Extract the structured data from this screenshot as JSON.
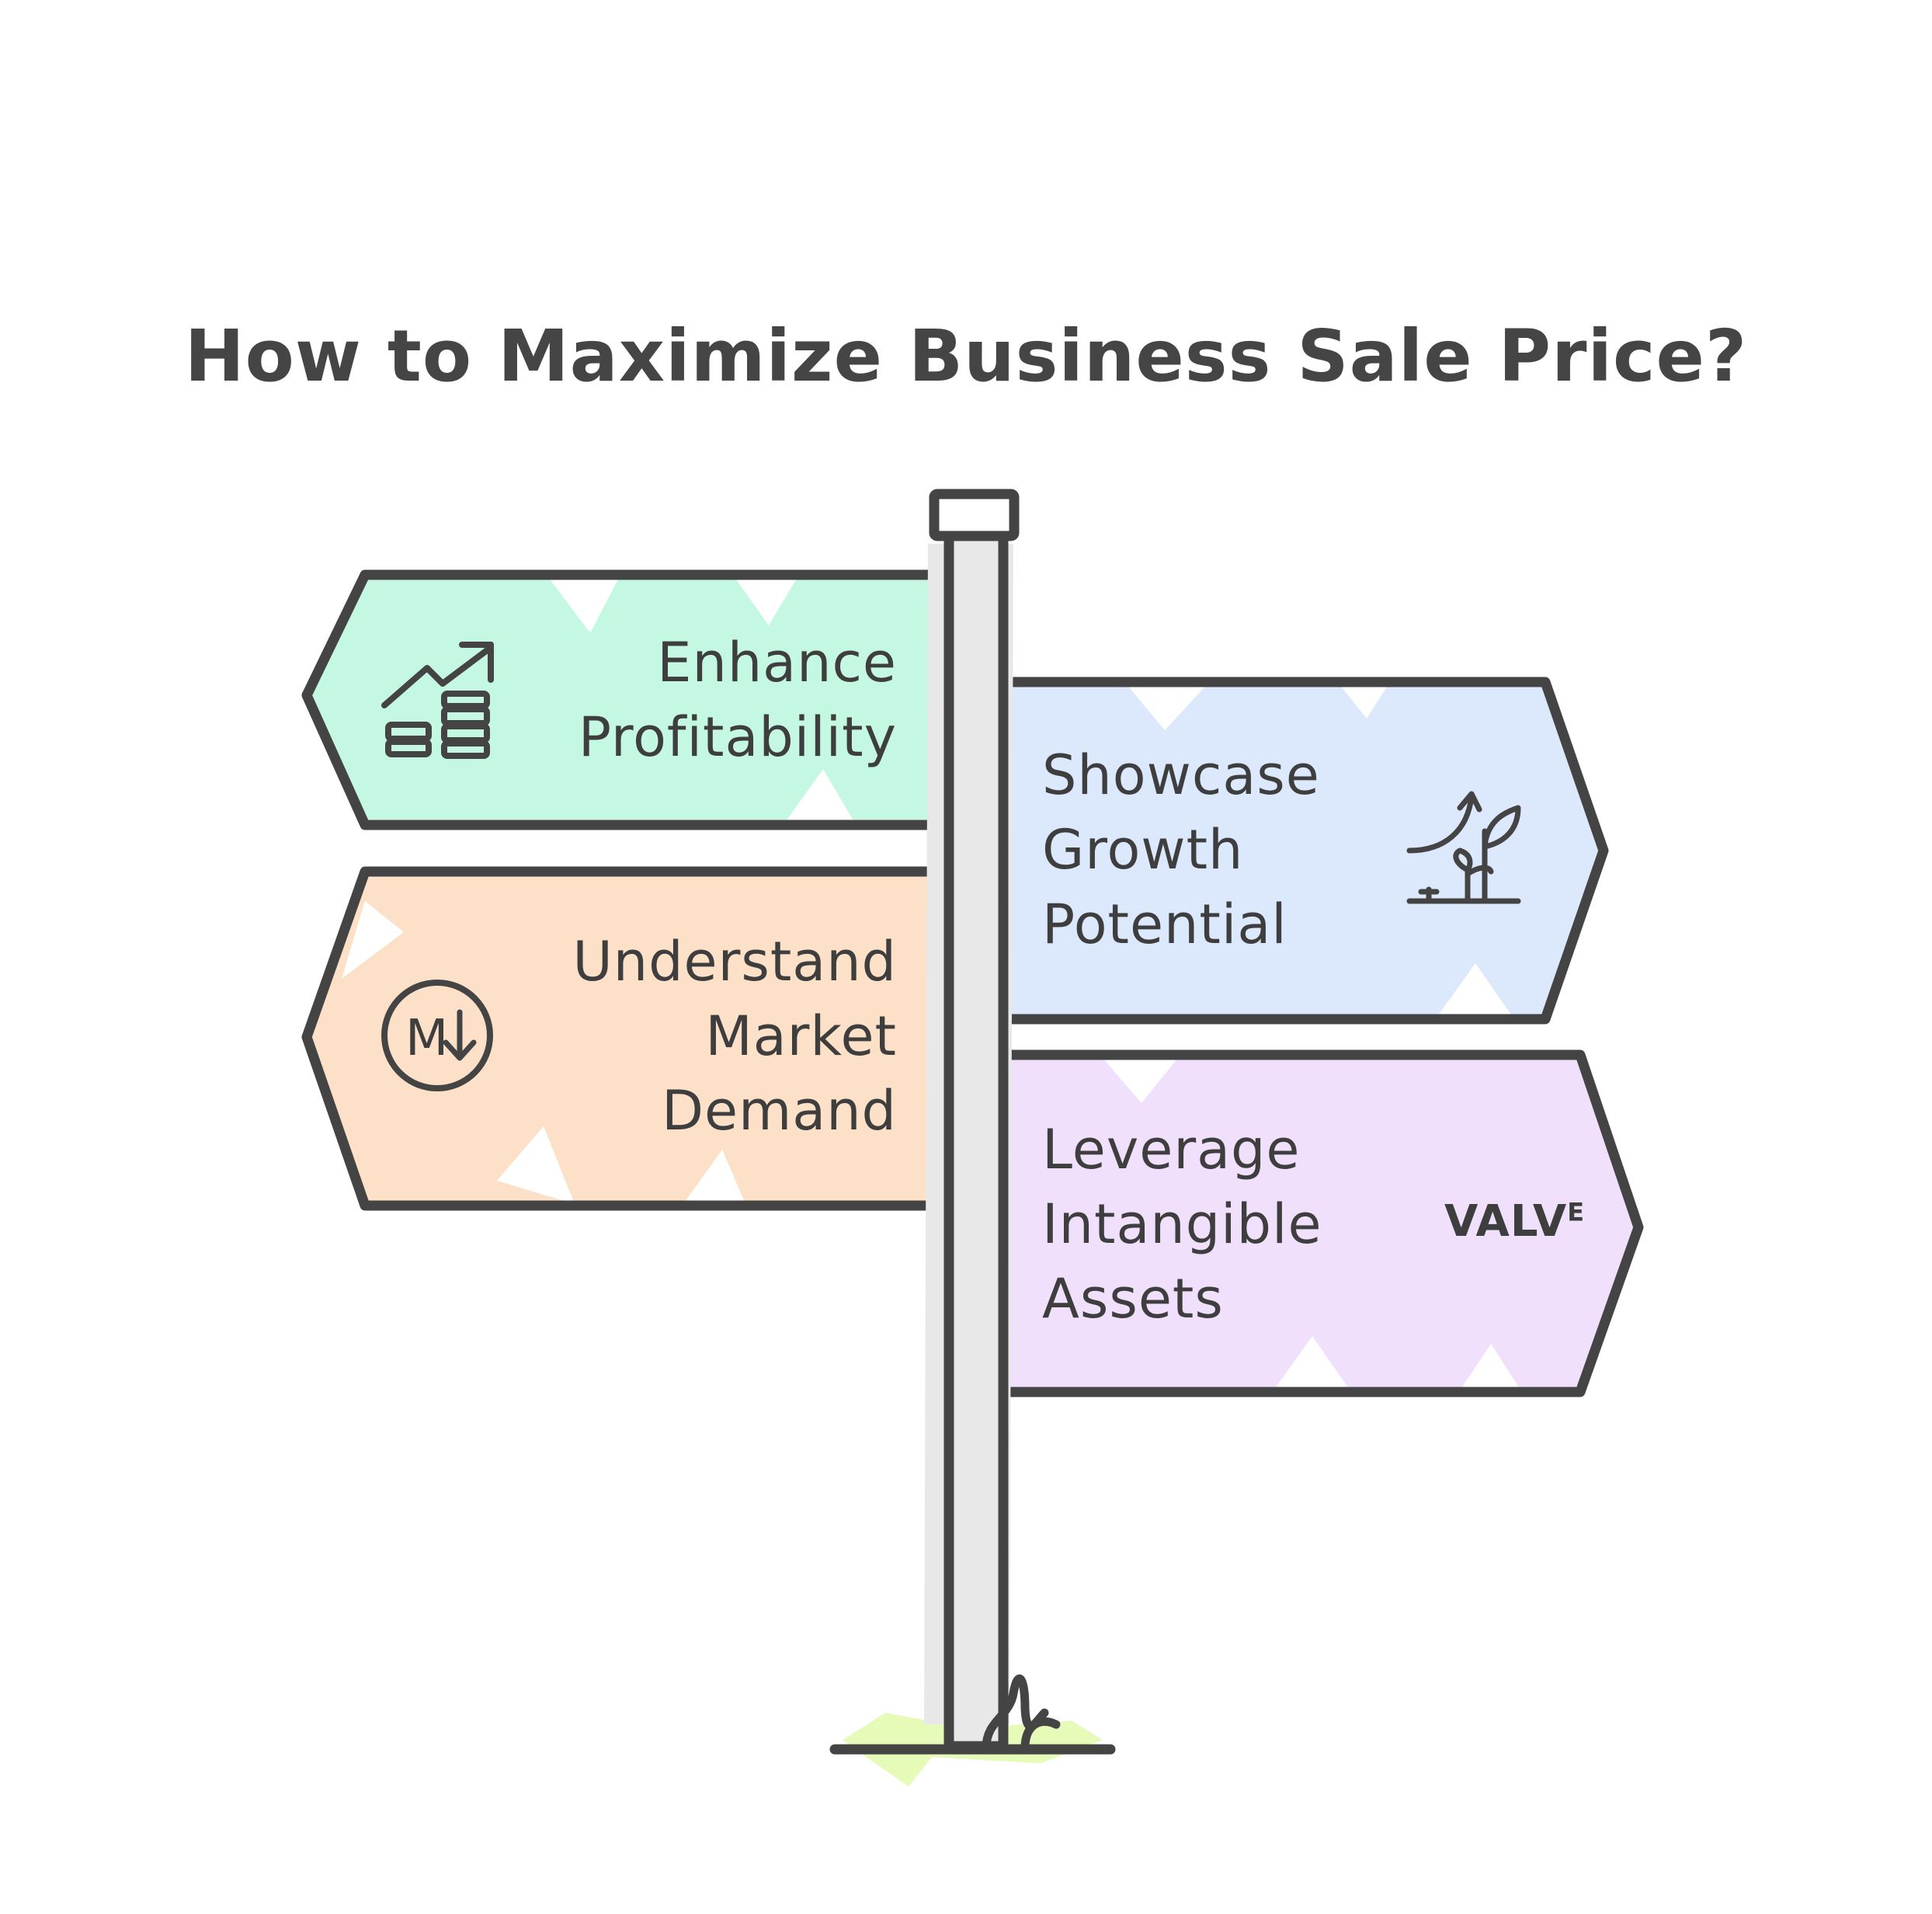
{
  "title": "How to Maximize Business Sale Price?",
  "signs": [
    {
      "id": "enhance-profitability",
      "lines": [
        "Enhance",
        "Profitability"
      ],
      "direction": "left",
      "color": "#c4f8e2",
      "icon": "growth-coins-icon"
    },
    {
      "id": "understand-market-demand",
      "lines": [
        "Understand",
        "Market",
        "Demand"
      ],
      "direction": "left",
      "color": "#fde0c8",
      "icon": "market-down-icon"
    },
    {
      "id": "showcase-growth-potential",
      "lines": [
        "Showcase",
        "Growth",
        "Potential"
      ],
      "direction": "right",
      "color": "#dce8fc",
      "icon": "plant-growth-icon"
    },
    {
      "id": "leverage-intangible-assets",
      "lines": [
        "Leverage",
        "Intangible",
        "Assets"
      ],
      "direction": "right",
      "color": "#f0e0fc",
      "icon": "valve-logo-icon"
    }
  ],
  "icons": {
    "market_down_letter": "M",
    "valve_logo_text": "VALV",
    "valve_logo_sup": "E"
  },
  "colors": {
    "outline": "#444444",
    "pole": "#e8e8e8",
    "grass": "#e6fbb8"
  }
}
